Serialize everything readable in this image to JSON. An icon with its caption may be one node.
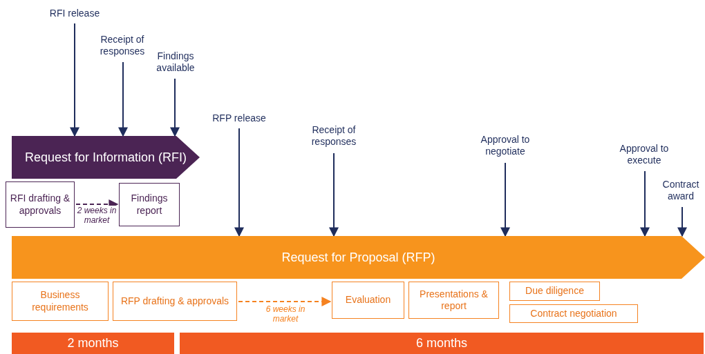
{
  "diagram": {
    "nodes": [
      {
        "text": [
          "RFI release"
        ]
      },
      {
        "text": [
          "Receipt of responses"
        ]
      },
      {
        "text": [
          "Findings available"
        ]
      },
      {
        "text": [
          "Request for Information (RFI)"
        ]
      },
      {
        "text": [
          "RFI drafting & approvals"
        ]
      },
      {
        "text": [
          "Findings report"
        ]
      },
      {
        "text": [
          "RFP release"
        ]
      },
      {
        "text": [
          "Receipt of responses"
        ]
      },
      {
        "text": [
          "Approval to negotiate"
        ]
      },
      {
        "text": [
          "Approval to execute"
        ]
      },
      {
        "text": [
          "Contract award"
        ]
      },
      {
        "text": [
          "Request for Proposal (RFP)"
        ]
      },
      {
        "text": [
          "Business requirements"
        ]
      },
      {
        "text": [
          "RFP drafting & approvals"
        ]
      },
      {
        "text": [
          "Evaluation"
        ]
      },
      {
        "text": [
          "Presentations & report"
        ]
      },
      {
        "text": [
          "Due diligence"
        ]
      },
      {
        "text": [
          "Contract negotiation"
        ]
      },
      {
        "text": [
          "2 months"
        ]
      },
      {
        "text": [
          "6 months"
        ]
      }
    ],
    "edges": [
      {
        "from": 0,
        "to": 3,
        "arrow": "to"
      },
      {
        "from": 1,
        "to": 3,
        "arrow": "to"
      },
      {
        "from": 2,
        "to": 3,
        "arrow": "to"
      },
      {
        "from": 4,
        "to": 5,
        "arrow": "to",
        "label": "2 weeks in market",
        "style": "dashed",
        "color": "#4b2454"
      },
      {
        "from": 6,
        "to": 11,
        "arrow": "to"
      },
      {
        "from": 7,
        "to": 11,
        "arrow": "to"
      },
      {
        "from": 8,
        "to": 11,
        "arrow": "to"
      },
      {
        "from": 9,
        "to": 11,
        "arrow": "to"
      },
      {
        "from": 10,
        "to": 11,
        "arrow": "to"
      },
      {
        "from": 13,
        "to": 14,
        "arrow": "to",
        "label": "6 weeks in market",
        "style": "dashed",
        "color": "#f58220"
      }
    ]
  }
}
